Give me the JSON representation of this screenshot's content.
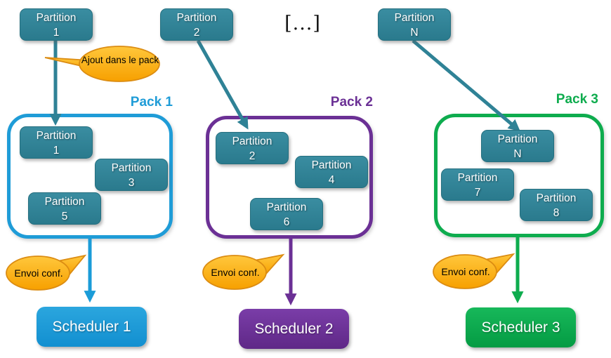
{
  "colors": {
    "partition_teal": "#2F8296",
    "arrow_teal": "#2F8296",
    "pack1_blue": "#1F9CD7",
    "pack2_purple": "#6B3095",
    "pack3_green": "#0EAC4E",
    "scheduler1_blue": "#199CD9",
    "scheduler2_purple": "#6B3095",
    "scheduler3_green": "#0DAD4E",
    "callout_orange": "#FFB217"
  },
  "top_row": {
    "partitions": [
      {
        "name": "Partition",
        "num": "1"
      },
      {
        "name": "Partition",
        "num": "2"
      },
      {
        "name": "Partition",
        "num": "N"
      }
    ],
    "ellipsis": "[...]"
  },
  "callouts": {
    "ajout": "Ajout dans le pack",
    "envoi": "Envoi conf."
  },
  "packs": [
    {
      "label": "Pack 1",
      "partitions": [
        {
          "name": "Partition",
          "num": "1"
        },
        {
          "name": "Partition",
          "num": "3"
        },
        {
          "name": "Partition",
          "num": "5"
        }
      ],
      "scheduler": "Scheduler 1"
    },
    {
      "label": "Pack 2",
      "partitions": [
        {
          "name": "Partition",
          "num": "2"
        },
        {
          "name": "Partition",
          "num": "4"
        },
        {
          "name": "Partition",
          "num": "6"
        }
      ],
      "scheduler": "Scheduler 2"
    },
    {
      "label": "Pack 3",
      "partitions": [
        {
          "name": "Partition",
          "num": "N"
        },
        {
          "name": "Partition",
          "num": "7"
        },
        {
          "name": "Partition",
          "num": "8"
        }
      ],
      "scheduler": "Scheduler 3"
    }
  ]
}
